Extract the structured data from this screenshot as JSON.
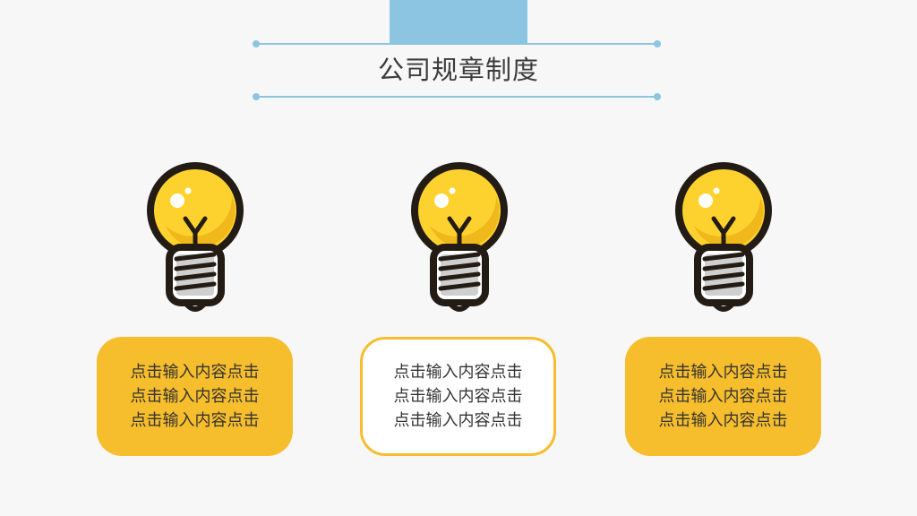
{
  "header": {
    "title": "公司规章制度"
  },
  "colors": {
    "accent_blue": "#8cc5e1",
    "accent_yellow": "#f6bd2c",
    "bulb_yellow": "#fdd22f",
    "outline_dark": "#231c15"
  },
  "items": [
    {
      "icon": "lightbulb-icon",
      "style": "filled",
      "lines": [
        "点击输入内容点击",
        "点击输入内容点击",
        "点击输入内容点击"
      ]
    },
    {
      "icon": "lightbulb-icon",
      "style": "outline",
      "lines": [
        "点击输入内容点击",
        "点击输入内容点击",
        "点击输入内容点击"
      ]
    },
    {
      "icon": "lightbulb-icon",
      "style": "filled",
      "lines": [
        "点击输入内容点击",
        "点击输入内容点击",
        "点击输入内容点击"
      ]
    }
  ]
}
